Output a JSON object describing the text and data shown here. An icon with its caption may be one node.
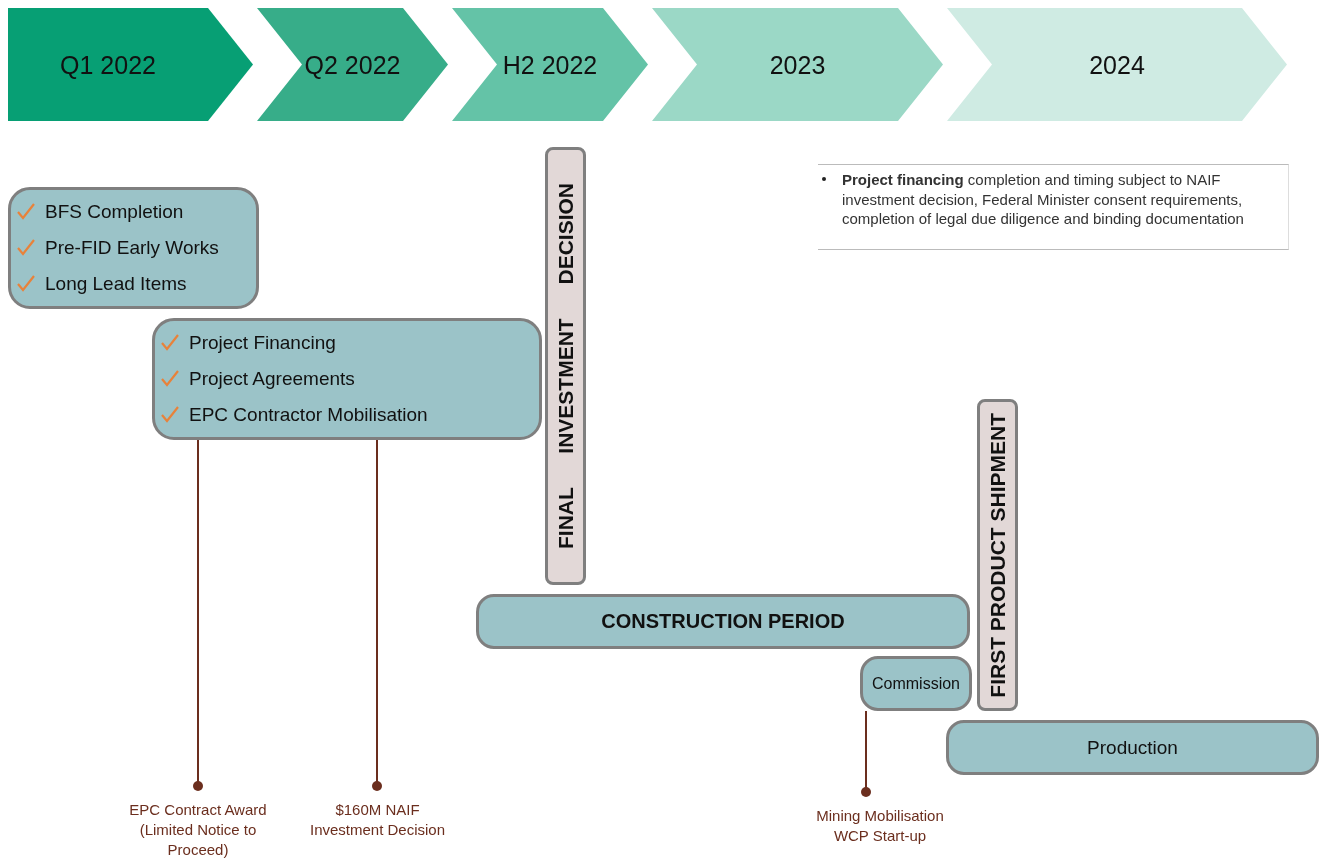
{
  "diagram": {
    "nodes": [
      {
        "text": [
          "Q1 2022"
        ]
      },
      {
        "text": [
          "Q2 2022"
        ]
      },
      {
        "text": [
          "H2 2022"
        ]
      },
      {
        "text": [
          "2023"
        ]
      },
      {
        "text": [
          "2024"
        ]
      },
      {
        "text": [
          "BFS Completion",
          "Pre-FID Early Works",
          "Long Lead Items"
        ]
      },
      {
        "text": [
          "Project Financing",
          "Project Agreements",
          "EPC Contractor Mobilisation"
        ]
      },
      {
        "text": [
          "FINAL INVESTMENT DECISION"
        ]
      },
      {
        "text": [
          "**Project financing** completion and timing subject to NAIF investment decision, Federal Minister consent requirements, completion of legal due diligence and binding documentation"
        ]
      },
      {
        "text": [
          "CONSTRUCTION PERIOD"
        ]
      },
      {
        "text": [
          "Commission"
        ]
      },
      {
        "text": [
          "FIRST PRODUCT SHIPMENT"
        ]
      },
      {
        "text": [
          "Production"
        ]
      },
      {
        "text": [
          "EPC Contract Award (Limited Notice to Proceed)"
        ]
      },
      {
        "text": [
          "$160M NAIF Investment Decision"
        ]
      },
      {
        "text": [
          "Mining Mobilisation WCP Start-up"
        ]
      }
    ],
    "edges": [
      {
        "from": 13,
        "to": 6,
        "arrow": "other"
      },
      {
        "from": 14,
        "to": 6,
        "arrow": "other"
      },
      {
        "from": 15,
        "to": 10,
        "arrow": "other"
      }
    ]
  }
}
